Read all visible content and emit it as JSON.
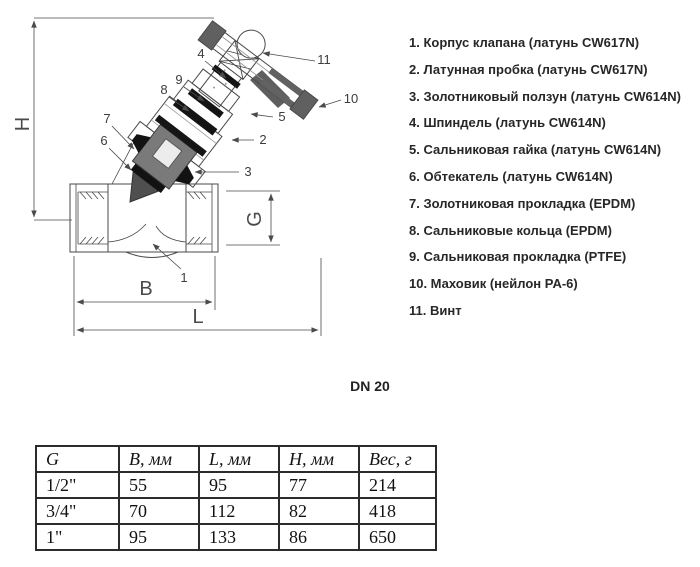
{
  "drawing": {
    "dimensions": {
      "height": "H",
      "width": "B",
      "length": "L",
      "thread": "G"
    },
    "callouts": [
      "1",
      "2",
      "3",
      "4",
      "5",
      "6",
      "7",
      "8",
      "9",
      "10",
      "11"
    ]
  },
  "dn_label": "DN 20",
  "parts": {
    "items": [
      "1. Корпус клапана (латунь CW617N)",
      "2. Латунная пробка (латунь CW617N)",
      "3. Золотниковый ползун (латунь CW614N)",
      "4. Шпиндель (латунь CW614N)",
      "5. Сальниковая гайка (латунь CW614N)",
      "6. Обтекатель (латунь CW614N)",
      "7. Золотниковая прокладка (EPDM)",
      "8. Сальниковые кольца (EPDM)",
      "9. Сальниковая прокладка (PTFE)",
      "10. Маховик (нейлон PA-6)",
      "11. Винт"
    ]
  },
  "table": {
    "headers": [
      "G",
      "B, мм",
      "L, мм",
      "H, мм",
      "Вес, г"
    ],
    "rows": [
      [
        "1/2\"",
        "55",
        "95",
        "77",
        "214"
      ],
      [
        "3/4\"",
        "70",
        "112",
        "82",
        "418"
      ],
      [
        "1\"",
        "95",
        "133",
        "86",
        "650"
      ]
    ]
  }
}
